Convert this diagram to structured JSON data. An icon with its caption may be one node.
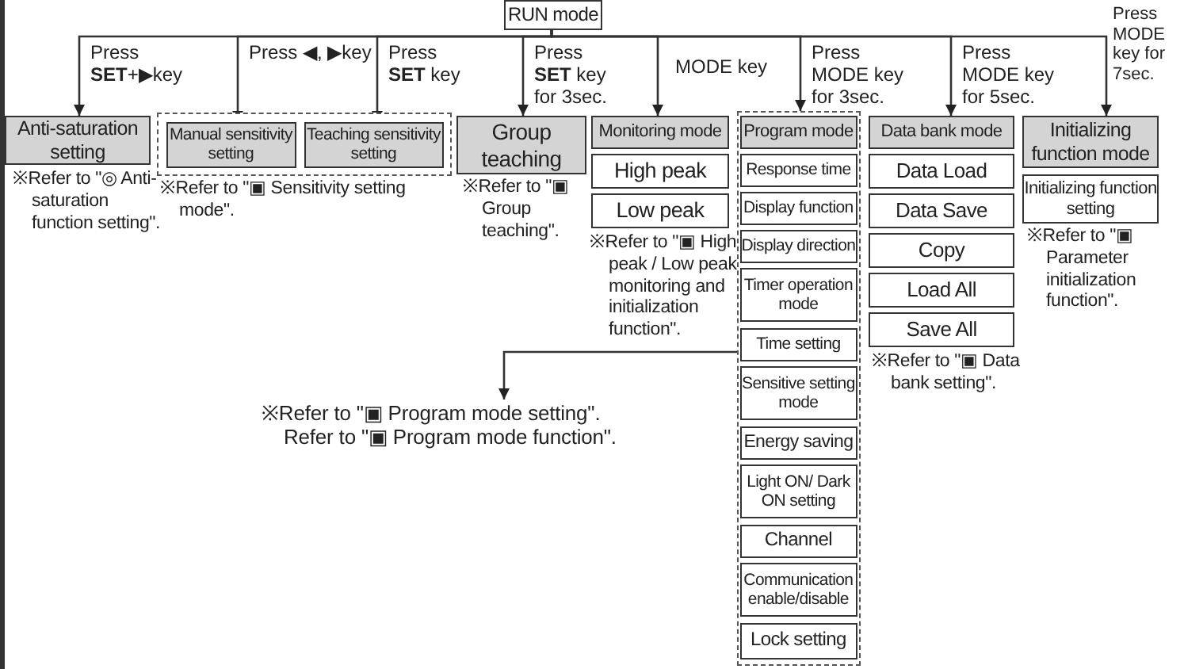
{
  "diagram": {
    "nodes": [
      {
        "text": [
          "RUN mode"
        ]
      },
      {
        "text": [
          "Anti-saturation setting"
        ],
        "beside": [
          "※Refer to \"◎ Anti-saturation function setting\"."
        ]
      },
      {
        "text": [],
        "shape": "box",
        "beside": [
          "※Refer to \"▣ Sensitivity setting mode\"."
        ]
      },
      {
        "text": [
          "Manual sensitivity setting"
        ],
        "in": 2
      },
      {
        "text": [
          "Teaching sensitivity setting"
        ],
        "in": 2
      },
      {
        "text": [
          "Group teaching"
        ],
        "beside": [
          "※Refer to \"▣ Group teaching\"."
        ]
      },
      {
        "text": [
          "Monitoring mode"
        ]
      },
      {
        "text": [
          "High peak"
        ]
      },
      {
        "text": [
          "Low peak"
        ],
        "beside": [
          "※Refer to \"▣ High peak / Low peak monitoring and initialization function\"."
        ]
      },
      {
        "text": [],
        "shape": "box"
      },
      {
        "text": [
          "Program mode"
        ],
        "in": 9
      },
      {
        "text": [
          "Response time"
        ],
        "in": 9
      },
      {
        "text": [
          "Display function"
        ],
        "in": 9
      },
      {
        "text": [
          "Display direction"
        ],
        "in": 9
      },
      {
        "text": [
          "Timer operation mode"
        ],
        "in": 9
      },
      {
        "text": [
          "Time setting"
        ],
        "in": 9
      },
      {
        "text": [
          "Sensitive setting mode"
        ],
        "in": 9
      },
      {
        "text": [
          "Energy saving"
        ],
        "in": 9
      },
      {
        "text": [
          "Light ON/ Dark ON setting"
        ],
        "in": 9
      },
      {
        "text": [
          "Channel"
        ],
        "in": 9
      },
      {
        "text": [
          "Communication enable/disable"
        ],
        "in": 9
      },
      {
        "text": [
          "Lock setting"
        ],
        "in": 9
      },
      {
        "text": [
          "Data bank mode"
        ]
      },
      {
        "text": [
          "Data Load"
        ]
      },
      {
        "text": [
          "Data Save"
        ]
      },
      {
        "text": [
          "Copy"
        ]
      },
      {
        "text": [
          "Load All"
        ]
      },
      {
        "text": [
          "Save All"
        ],
        "beside": [
          "※Refer to \"▣ Data bank setting\"."
        ]
      },
      {
        "text": [
          "Initializing function mode"
        ]
      },
      {
        "text": [
          "Initializing function setting"
        ],
        "beside": [
          "※Refer to \"▣ Parameter initialization function\"."
        ]
      },
      {
        "text": [
          "※Refer to \"▣ Program mode setting\".",
          "Refer to \"▣ Program mode function\"."
        ]
      }
    ],
    "edges": [
      {
        "from": 0,
        "to": 1,
        "arrow": "to",
        "label": "Press **SET**+▶key"
      },
      {
        "from": 0,
        "to": 3,
        "arrow": "to",
        "label": "Press ◀, ▶key"
      },
      {
        "from": 0,
        "to": 4,
        "arrow": "to",
        "label": "Press **SET** key"
      },
      {
        "from": 0,
        "to": 5,
        "arrow": "to",
        "label": "Press **SET** key for 3sec."
      },
      {
        "from": 0,
        "to": 6,
        "arrow": "to",
        "label": "MODE key"
      },
      {
        "from": 0,
        "to": 9,
        "arrow": "to",
        "label": "Press MODE key for 3sec."
      },
      {
        "from": 0,
        "to": 22,
        "arrow": "to",
        "label": "Press MODE key for 5sec."
      },
      {
        "from": 0,
        "to": 28,
        "arrow": "to",
        "label": "Press MODE key for 7sec."
      },
      {
        "from": 9,
        "to": 30,
        "arrow": "to"
      }
    ]
  }
}
